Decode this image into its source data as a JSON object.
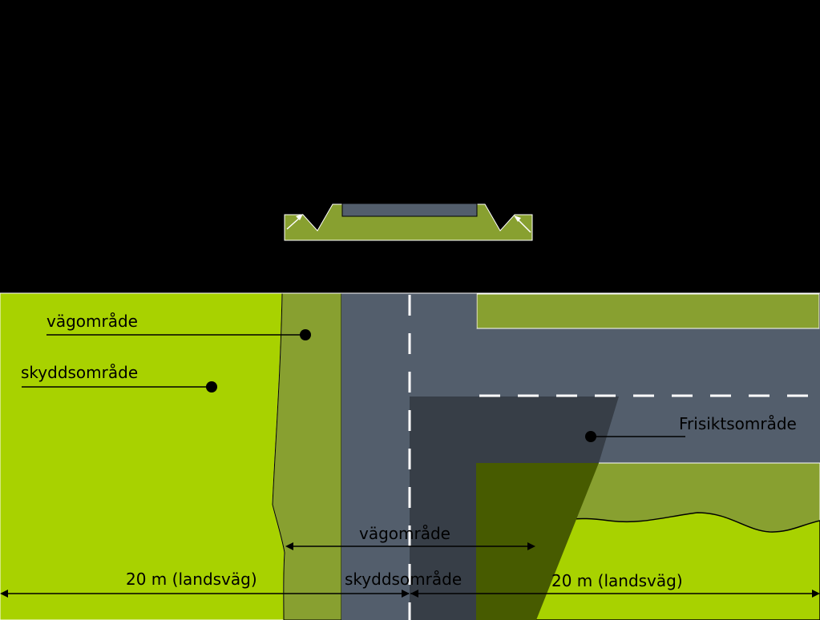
{
  "labels": {
    "road_area_left": "vägområde",
    "protection_area_left": "skyddsområde",
    "sight_area": "Frisiktsområde",
    "road_area_bottom": "vägområde",
    "dist_left": "20 m (landsväg)",
    "protection_area_bottom": "skyddsområde",
    "dist_right": "20 m (landsväg)"
  },
  "colors": {
    "background": "#000000",
    "grass": "#A8D200",
    "verge": "#88A030",
    "road": "#535E6C",
    "sight": "#373E47",
    "sight_on_verge": "#475B00",
    "marking": "#FFFFFF",
    "line": "#000000"
  }
}
